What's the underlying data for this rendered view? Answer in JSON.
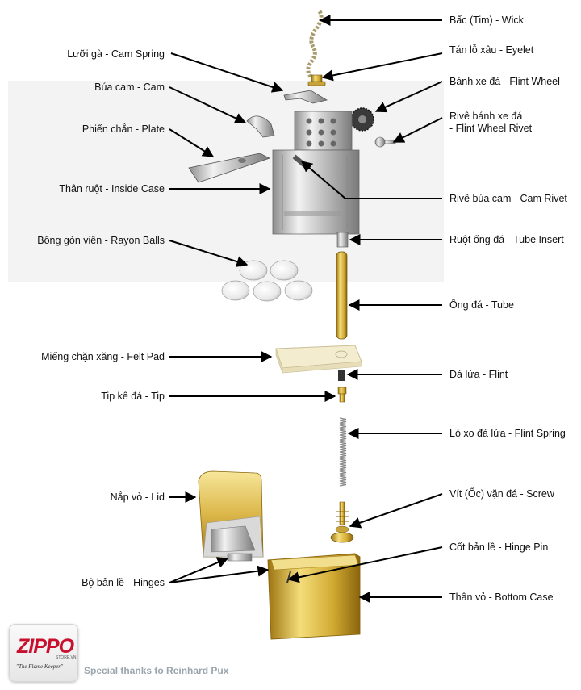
{
  "labels": {
    "wick": "Bấc (Tim) - Wick",
    "eyelet": "Tán lỗ xâu - Eyelet",
    "cam_spring": "Lưỡi gà - Cam Spring",
    "flint_wheel": "Bánh xe đá - Flint Wheel",
    "cam": "Búa cam - Cam",
    "flint_wheel_rivet_1": "Rivê bánh xe đá",
    "flint_wheel_rivet_2": "- Flint Wheel Rivet",
    "plate": "Phiến chắn - Plate",
    "inside_case": "Thân ruột - Inside Case",
    "cam_rivet": "Rivê búa cam - Cam Rivet",
    "rayon_balls": "Bông gòn viên - Rayon Balls",
    "tube_insert": "Ruột ống đá - Tube Insert",
    "tube": "Ống đá - Tube",
    "felt_pad": "Miếng chặn xăng - Felt Pad",
    "flint": "Đá lửa - Flint",
    "tip": "Tip kê đá - Tip",
    "flint_spring": "Lò xo đá lửa - Flint Spring",
    "lid": "Nắp vỏ - Lid",
    "screw": "Vít (Ốc) vặn đá - Screw",
    "hinge_pin": "Cốt bản lề - Hinge Pin",
    "hinges": "Bộ bản lề - Hinges",
    "bottom_case": "Thân vỏ - Bottom Case"
  },
  "logo": {
    "brand": "ZIPPO",
    "sub": "STORE.VN",
    "tagline": "\"The Flame Keeper\""
  },
  "credit": "Special thanks to Reinhard Pux",
  "colors": {
    "gold": "#d9b441",
    "chrome": "#c9c9c9",
    "arrow": "#000000",
    "credit": "#9aa5ad"
  }
}
